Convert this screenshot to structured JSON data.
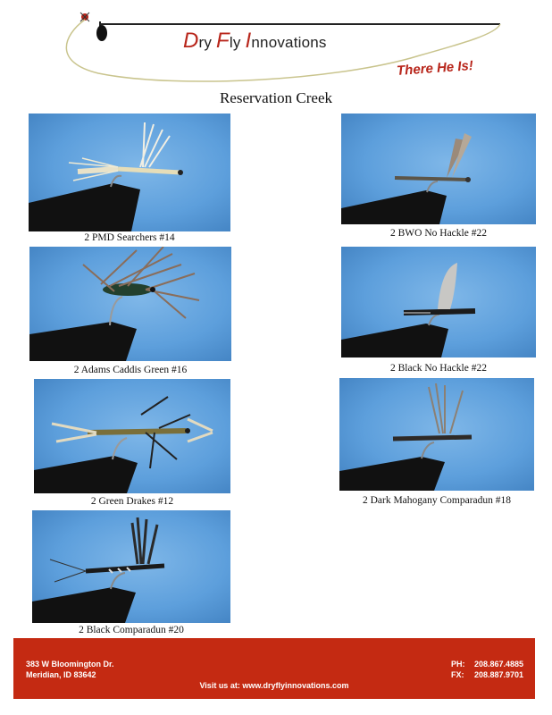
{
  "brand": {
    "name_d": "D",
    "name_rest1": "ry ",
    "name_f": "F",
    "name_rest2": "ly ",
    "name_i": "I",
    "name_rest3": "nnovations",
    "tagline": "There He Is!"
  },
  "page_title": "Reservation Creek",
  "flies": [
    {
      "caption": "2 PMD Searchers #14"
    },
    {
      "caption": "2 BWO No Hackle #22"
    },
    {
      "caption": "2 Adams Caddis Green #16"
    },
    {
      "caption": "2 Black No Hackle #22"
    },
    {
      "caption": "2 Green Drakes #12"
    },
    {
      "caption": "2 Dark Mahogany Comparadun #18"
    },
    {
      "caption": "2 Black Comparadun #20"
    }
  ],
  "footer": {
    "address_line1": "383 W Bloomington Dr.",
    "address_line2": "Meridian, ID 83642",
    "phone_label": "PH:",
    "phone": "208.867.4885",
    "fax_label": "FX:",
    "fax": "208.887.9701",
    "visit": "Visit us at: www.dryflyinnovations.com"
  },
  "colors": {
    "brand_red": "#c42a12",
    "photo_blue": "#5d9fdc"
  }
}
